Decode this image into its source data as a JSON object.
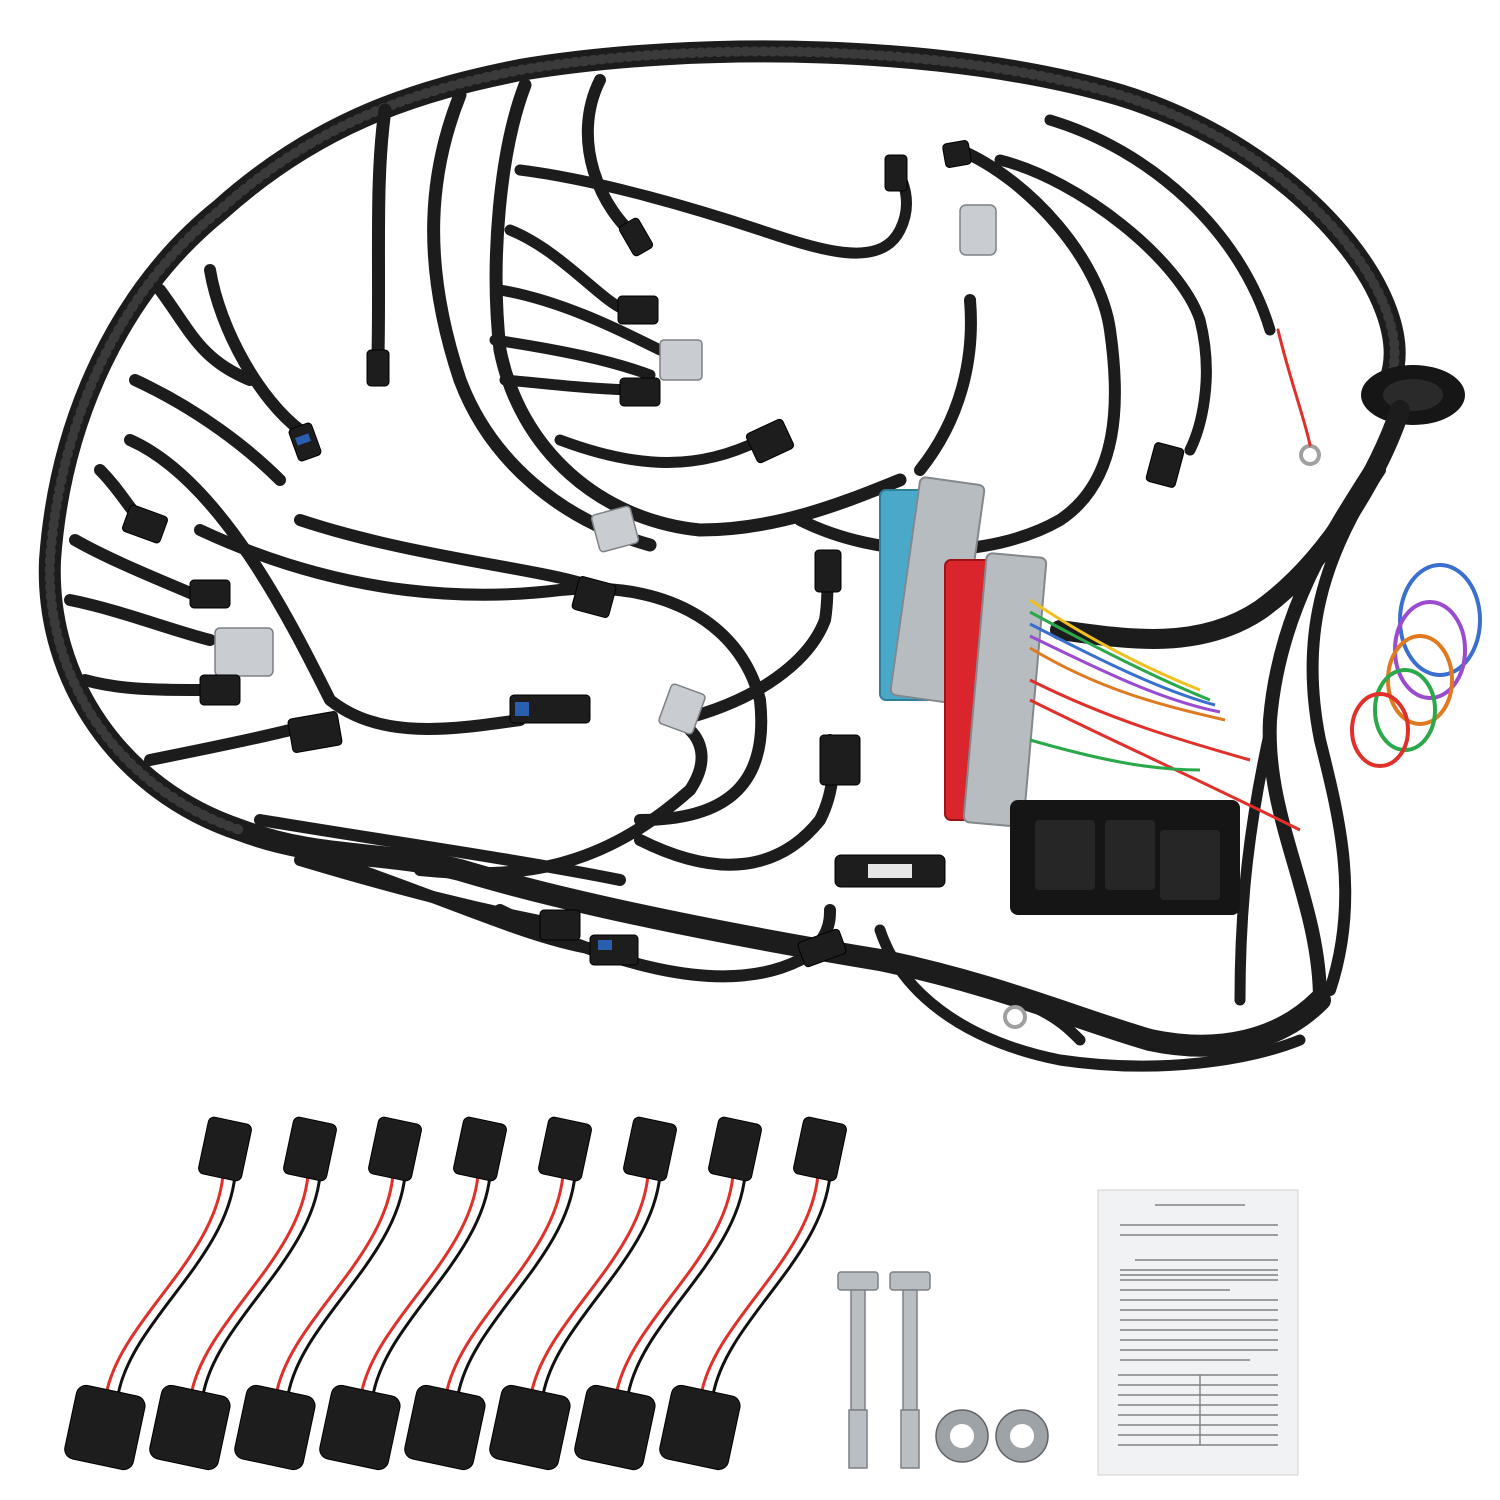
{
  "scene": {
    "subject": "engine-wiring-harness-kit",
    "colors": {
      "loom": "#1c1c1c",
      "ecu_connector_blue": "#4aa9c9",
      "ecu_connector_red": "#d9252b",
      "wire_red": "#e0302a",
      "background": "#ffffff"
    },
    "parts": {
      "injector_adapter_count": 8,
      "bolt_count": 2,
      "washer_count": 2,
      "instruction_sheet_count": 1
    }
  }
}
